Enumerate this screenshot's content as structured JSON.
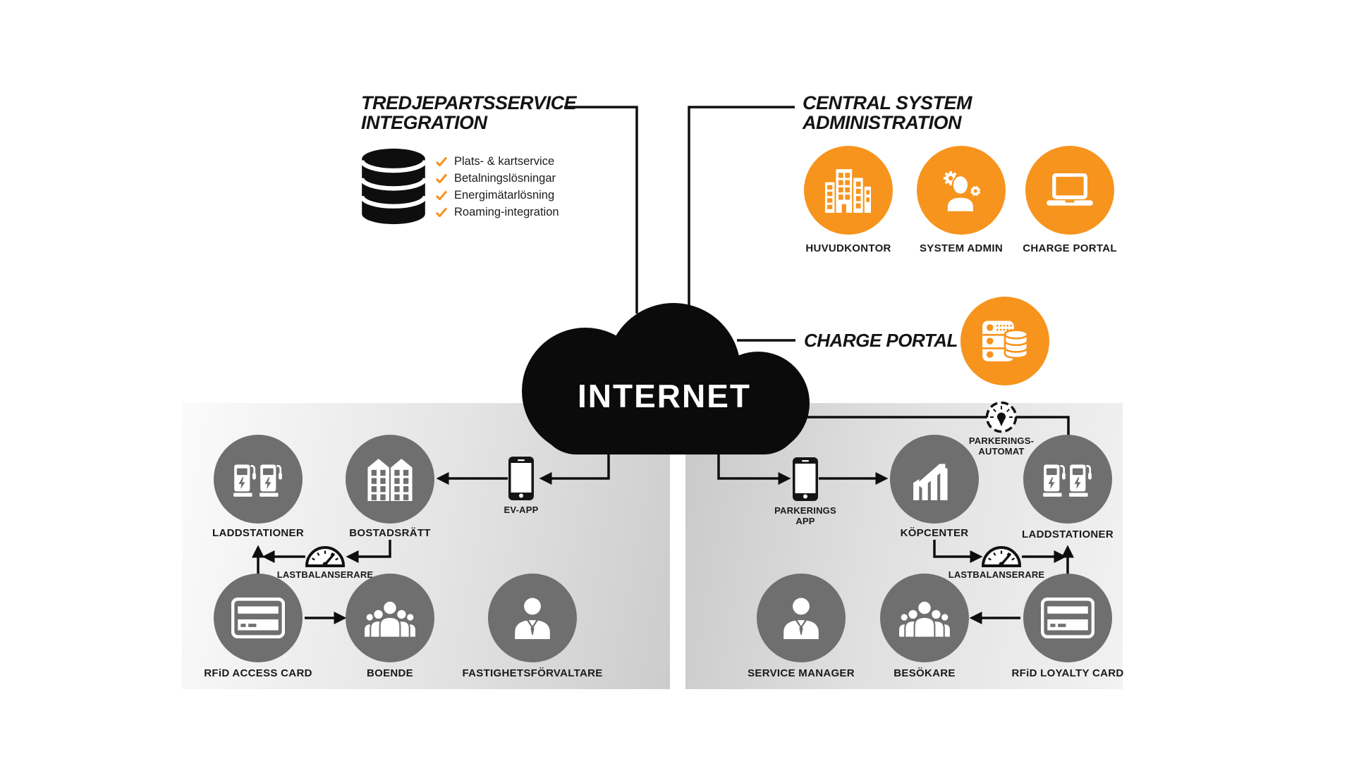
{
  "colors": {
    "orange": "#F7941E",
    "gray": "#6F6F6F",
    "ink": "#111111"
  },
  "third_party": {
    "title1": "TREDJEPARTSSERVICE",
    "title2": "INTEGRATION",
    "items": [
      "Plats- & kartservice",
      "Betalningslösningar",
      "Energimätarlösning",
      "Roaming-integration"
    ]
  },
  "central_admin": {
    "title1": "CENTRAL SYSTEM",
    "title2": "ADMINISTRATION",
    "huvudkontor": "HUVUDKONTOR",
    "system_admin": "SYSTEM ADMIN",
    "charge_portal": "CHARGE PORTAL"
  },
  "cloud": {
    "label": "INTERNET"
  },
  "charge_portal": {
    "title": "CHARGE PORTAL"
  },
  "left": {
    "laddstationer": "LADDSTATIONER",
    "bostadsratt": "BOSTADSRÄTT",
    "ev_app": "EV-APP",
    "lastbalanserare": "LASTBALANSERARE",
    "rfid": "RFiD ACCESS CARD",
    "boende": "BOENDE",
    "fastighetsforvaltare": "FASTIGHETSFÖRVALTARE"
  },
  "right": {
    "parkerings_app1": "PARKERINGS",
    "parkerings_app2": "APP",
    "kopcenter": "KÖPCENTER",
    "parkeringsautomat1": "PARKERINGS-",
    "parkeringsautomat2": "AUTOMAT",
    "laddstationer": "LADDSTATIONER",
    "lastbalanserare": "LASTBALANSERARE",
    "service_manager": "SERVICE MANAGER",
    "besokare": "BESÖKARE",
    "rfid": "RFiD LOYALTY CARD"
  }
}
